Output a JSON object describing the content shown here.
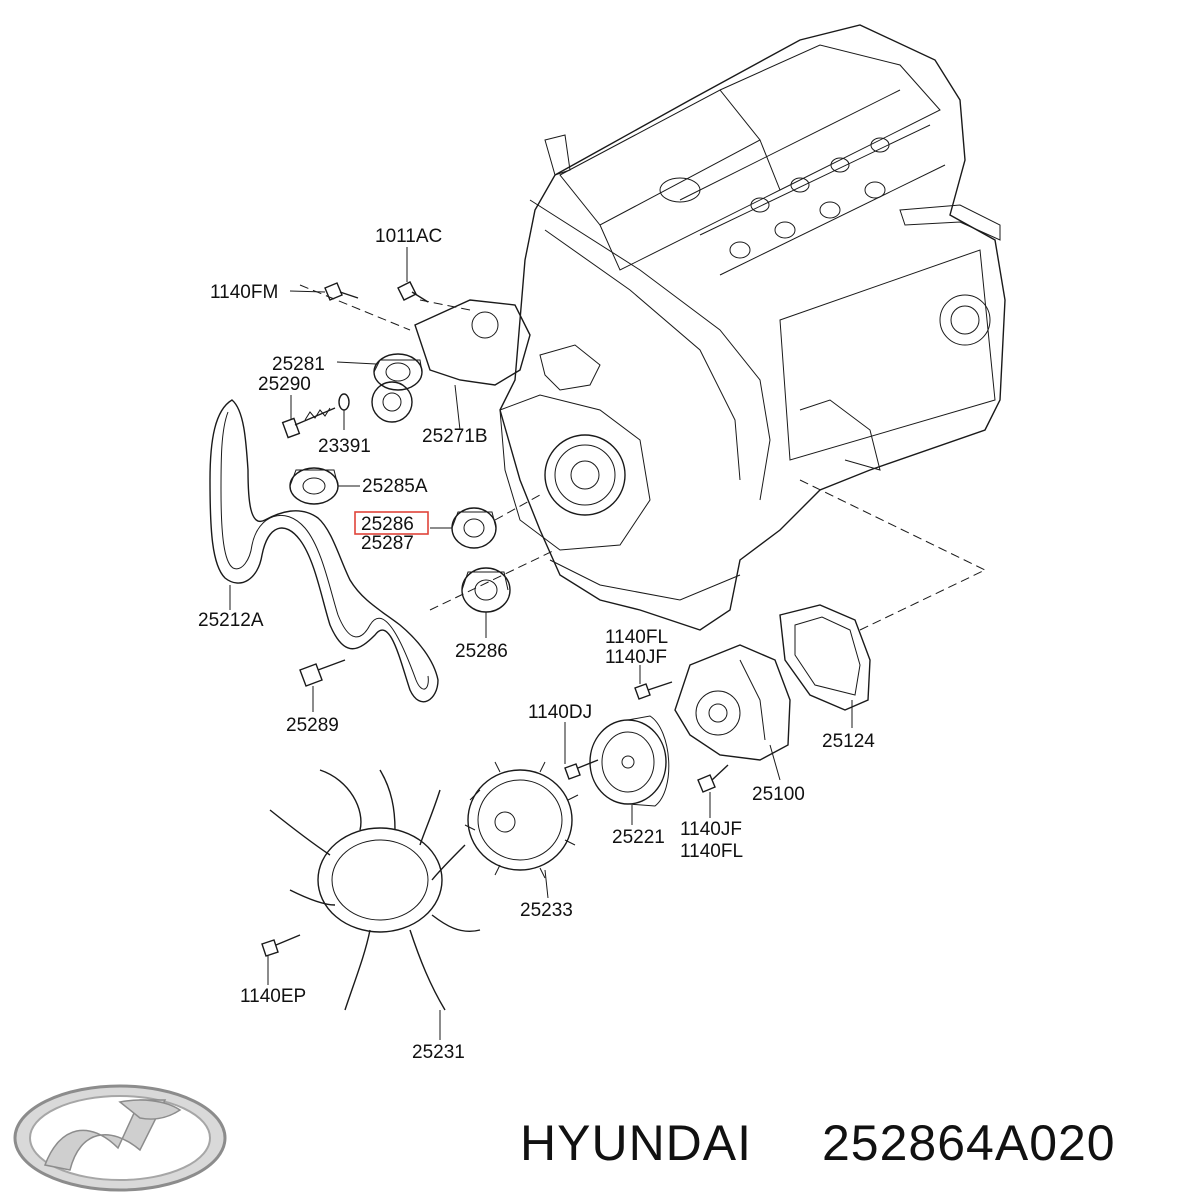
{
  "highlight_color": "#e0443a",
  "labels": {
    "p1011AC": "1011AC",
    "p1140FM": "1140FM",
    "p25281": "25281",
    "p25290": "25290",
    "p23391": "23391",
    "p25271B": "25271B",
    "p25285A": "25285A",
    "p25286_selected": "25286",
    "p25287": "25287",
    "p25212A": "25212A",
    "p25286": "25286",
    "p25289": "25289",
    "p1140FL": "1140FL",
    "p1140JF": "1140JF",
    "p25124": "25124",
    "p1140DJ": "1140DJ",
    "p25100": "25100",
    "p25221": "25221",
    "p1140JF_b": "1140JF",
    "p1140FL_b": "1140FL",
    "p25233": "25233",
    "p1140EP": "1140EP",
    "p25231": "25231"
  },
  "footer": {
    "brand": "HYUNDAI",
    "part_number": "252864A020",
    "logo_icon": "hyundai-logo-icon"
  }
}
